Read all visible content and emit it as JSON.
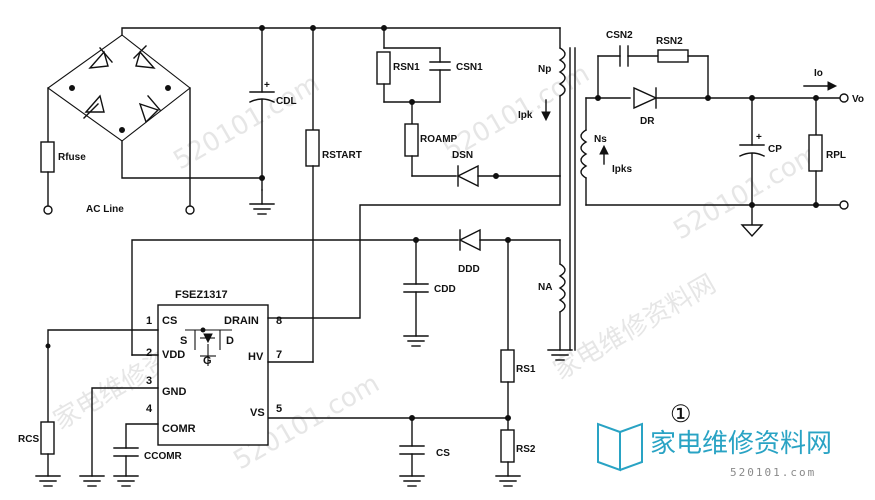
{
  "diagram_marker": "①",
  "labels": {
    "rfuse": "Rfuse",
    "ac_line": "AC Line",
    "cdl": "CDL",
    "rstart": "RSTART",
    "rsn1": "RSN1",
    "csn1": "CSN1",
    "roamp": "ROAMP",
    "dsn": "DSN",
    "np": "Np",
    "ipk": "Ipk",
    "ns": "Ns",
    "ipks": "Ipks",
    "csn2": "CSN2",
    "rsn2": "RSN2",
    "io": "Io",
    "vo": "Vo",
    "dr": "DR",
    "cp": "CP",
    "rpl": "RPL",
    "ddd": "DDD",
    "cdd": "CDD",
    "na": "NA",
    "rs1": "RS1",
    "rs2": "RS2",
    "rcs": "RCS",
    "ccomr": "CCOMR",
    "cs": "CS"
  },
  "ic": {
    "name": "FSEZ1317",
    "pin_cs": "CS",
    "pin_vdd": "VDD",
    "pin_gnd": "GND",
    "pin_comr": "COMR",
    "pin_drain": "DRAIN",
    "pin_hv": "HV",
    "pin_vs": "VS",
    "pin_g": "G",
    "pin_d": "D",
    "pin_s": "S",
    "num_1": "1",
    "num_2": "2",
    "num_3": "3",
    "num_4": "4",
    "num_8": "8",
    "num_7": "7",
    "num_5": "5"
  },
  "watermark": {
    "url": "520101.com",
    "brand": "家电维修资料网",
    "brand_url": "520101.com"
  }
}
